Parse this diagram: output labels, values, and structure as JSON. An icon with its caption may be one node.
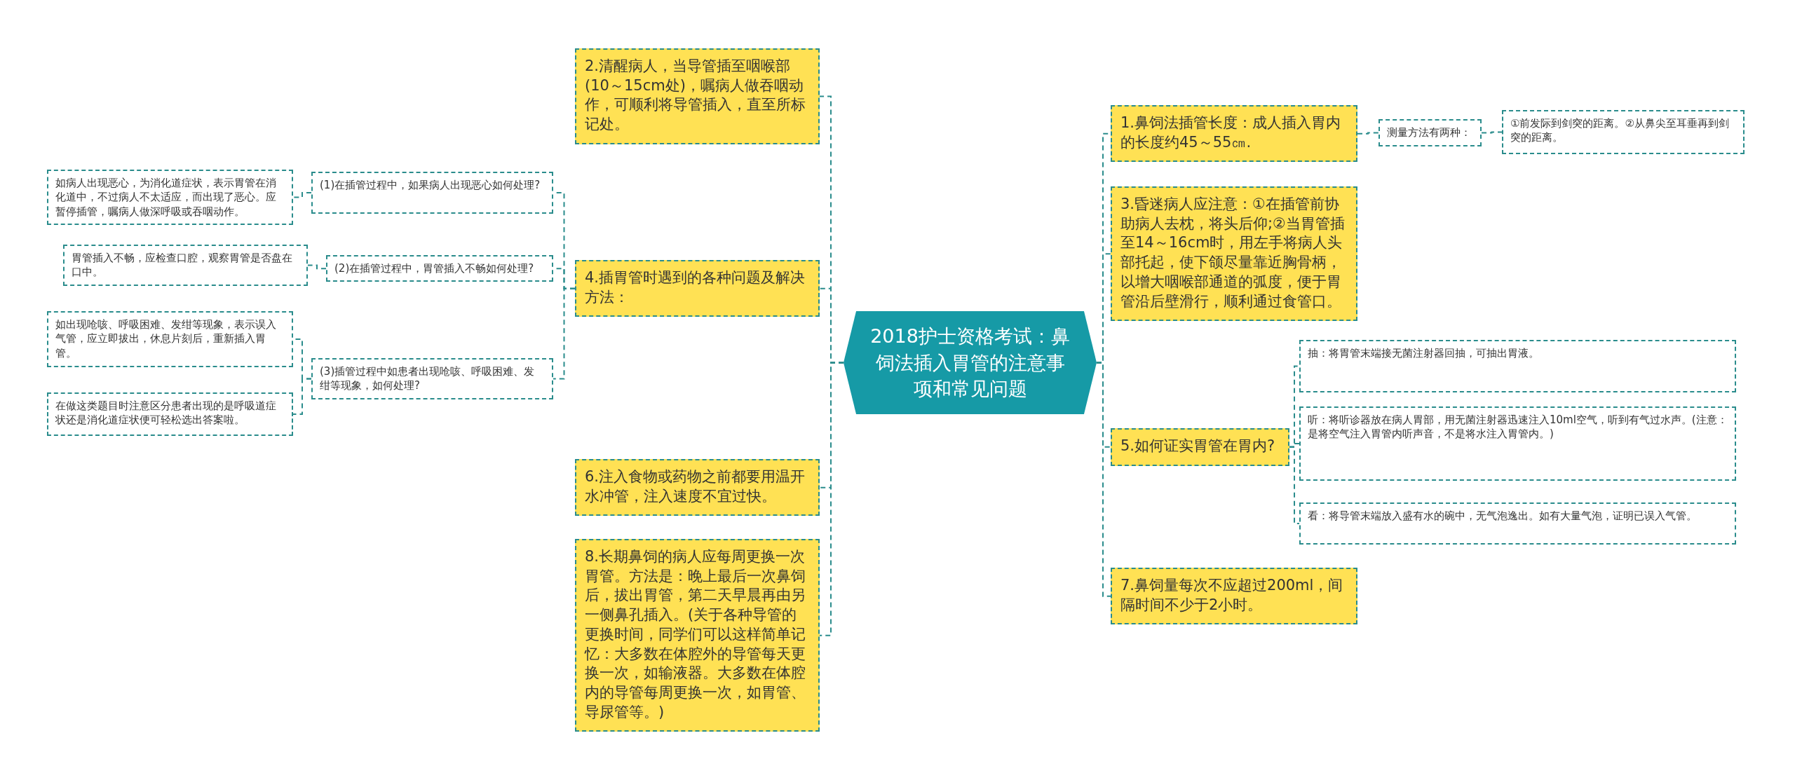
{
  "diagram": {
    "nodes": [
      {
        "text": [
          "2018护士资格考试：鼻饲法插入胃管的注意事项和常见问题"
        ]
      },
      {
        "text": [
          "2.清醒病人，当导管插至咽喉部(10～15cm处)，嘱病人做吞咽动作，可顺利将导管插入，直至所标记处。"
        ]
      },
      {
        "text": [
          "4.插胃管时遇到的各种问题及解决方法："
        ]
      },
      {
        "text": [
          "6.注入食物或药物之前都要用温开水冲管，注入速度不宜过快。"
        ]
      },
      {
        "text": [
          "8.长期鼻饲的病人应每周更换一次胃管。方法是：晚上最后一次鼻饲后，拔出胃管，第二天早晨再由另一侧鼻孔插入。(关于各种导管的更换时间，同学们可以这样简单记忆：大多数在体腔外的导管每天更换一次，如输液器。大多数在体腔内的导管每周更换一次，如胃管、导尿管等。)"
        ]
      },
      {
        "text": [
          "(1)在插管过程中，如果病人出现恶心如何处理?"
        ]
      },
      {
        "text": [
          "(2)在插管过程中，胃管插入不畅如何处理?"
        ]
      },
      {
        "text": [
          "(3)插管过程中如患者出现呛咳、呼吸困难、发绀等现象，如何处理?"
        ]
      },
      {
        "text": [
          "如病人出现恶心，为消化道症状，表示胃管在消化道中，不过病人不太适应，而出现了恶心。应暂停插管，嘱病人做深呼吸或吞咽动作。"
        ]
      },
      {
        "text": [
          "胃管插入不畅，应检查口腔，观察胃管是否盘在口中。"
        ]
      },
      {
        "text": [
          "如出现呛咳、呼吸困难、发绀等现象，表示误入气管，应立即拔出，休息片刻后，重新插入胃管。"
        ]
      },
      {
        "text": [
          "在做这类题目时注意区分患者出现的是呼吸道症状还是消化道症状便可轻松选出答案啦。"
        ]
      },
      {
        "text": [
          "1.鼻饲法插管长度：成人插入胃内的长度约45～55㎝."
        ]
      },
      {
        "text": [
          "测量方法有两种："
        ]
      },
      {
        "text": [
          "①前发际到剑突的距离。②从鼻尖至耳垂再到剑突的距离。"
        ]
      },
      {
        "text": [
          "3.昏迷病人应注意：①在插管前协助病人去枕，将头后仰;②当胃管插至14～16cm时，用左手将病人头部托起，使下颌尽量靠近胸骨柄，以增大咽喉部通道的弧度，便于胃管沿后壁滑行，顺利通过食管口。"
        ]
      },
      {
        "text": [
          "5.如何证实胃管在胃内?"
        ]
      },
      {
        "text": [
          "抽：将胃管末端接无菌注射器回抽，可抽出胃液。"
        ]
      },
      {
        "text": [
          "听：将听诊器放在病人胃部，用无菌注射器迅速注入10ml空气，听到有气过水声。(注意：是将空气注入胃管内听声音，不是将水注入胃管内。)"
        ]
      },
      {
        "text": [
          "看：将导管末端放入盛有水的碗中，无气泡逸出。如有大量气泡，证明已误入气管。"
        ]
      },
      {
        "text": [
          "7.鼻饲量每次不应超过200ml，间隔时间不少于2小时。"
        ]
      }
    ],
    "edges": [
      {
        "from": 0,
        "to": 1,
        "arrow": "none",
        "style": "dashed"
      },
      {
        "from": 0,
        "to": 2,
        "arrow": "none",
        "style": "dashed"
      },
      {
        "from": 0,
        "to": 3,
        "arrow": "none",
        "style": "dashed"
      },
      {
        "from": 0,
        "to": 4,
        "arrow": "none",
        "style": "dashed"
      },
      {
        "from": 2,
        "to": 5,
        "arrow": "none",
        "style": "dashed"
      },
      {
        "from": 2,
        "to": 6,
        "arrow": "none",
        "style": "dashed"
      },
      {
        "from": 2,
        "to": 7,
        "arrow": "none",
        "style": "dashed"
      },
      {
        "from": 5,
        "to": 8,
        "arrow": "none",
        "style": "dashed"
      },
      {
        "from": 6,
        "to": 9,
        "arrow": "none",
        "style": "dashed"
      },
      {
        "from": 7,
        "to": 10,
        "arrow": "none",
        "style": "dashed"
      },
      {
        "from": 7,
        "to": 11,
        "arrow": "none",
        "style": "dashed"
      },
      {
        "from": 0,
        "to": 12,
        "arrow": "none",
        "style": "dashed"
      },
      {
        "from": 0,
        "to": 15,
        "arrow": "none",
        "style": "dashed"
      },
      {
        "from": 0,
        "to": 16,
        "arrow": "none",
        "style": "dashed"
      },
      {
        "from": 0,
        "to": 20,
        "arrow": "none",
        "style": "dashed"
      },
      {
        "from": 12,
        "to": 13,
        "arrow": "none",
        "style": "dashed"
      },
      {
        "from": 13,
        "to": 14,
        "arrow": "none",
        "style": "dashed"
      },
      {
        "from": 16,
        "to": 17,
        "arrow": "none",
        "style": "dashed"
      },
      {
        "from": 16,
        "to": 18,
        "arrow": "none",
        "style": "dashed"
      },
      {
        "from": 16,
        "to": 19,
        "arrow": "none",
        "style": "dashed"
      }
    ]
  }
}
